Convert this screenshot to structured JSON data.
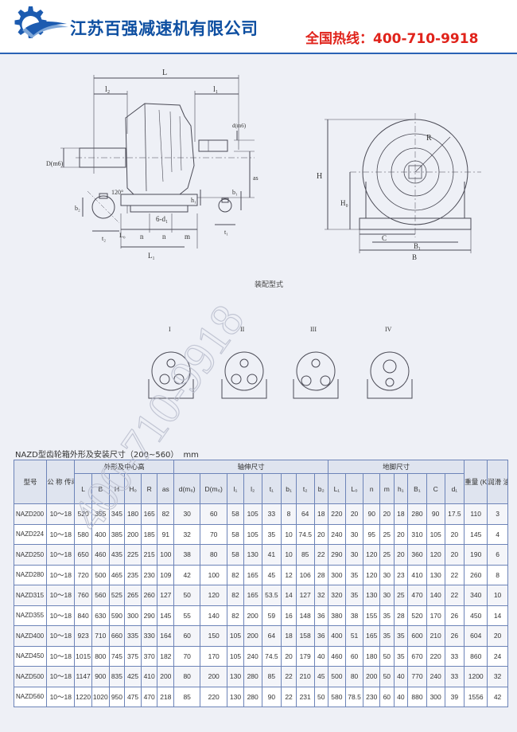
{
  "header": {
    "company_name": "江苏百强减速机有限公司",
    "hotline": "全国热线：400-710-9918",
    "colors": {
      "company": "#0e4fa1",
      "hotline": "#e0231b",
      "logo": "#1c5bb0"
    }
  },
  "diagram": {
    "front_view_labels": {
      "L": "L",
      "l2": "l₂",
      "l1": "l₁",
      "d": "d(m6)",
      "D": "D(m6)",
      "as": "as",
      "angle": "120°",
      "b2": "b₂",
      "b1": "b₁",
      "h1": "h₁",
      "t1": "t₁",
      "t2": "t₂",
      "L0": "L₀",
      "n": "n",
      "m": "m",
      "bolt": "6-d₁",
      "L1": "L₁"
    },
    "side_view_labels": {
      "H": "H",
      "H0": "H₀",
      "R": "R",
      "C": "C",
      "B1": "B₁",
      "B": "B"
    },
    "caption": "装配型式",
    "assembly_types": [
      "I",
      "II",
      "III",
      "IV"
    ]
  },
  "table": {
    "title": "NAZD型齿轮箱外形及安装尺寸（200~560）",
    "unit": "mm",
    "group_headers": {
      "model": "型号",
      "ratio": "公 称 传动比",
      "outline": "外形及中心高",
      "shaft": "轴伸尺寸",
      "foot": "地脚尺寸",
      "weight": "重量 (Kg)",
      "oil": "润滑 油量 /L"
    },
    "sub_headers": [
      "L",
      "B",
      "H",
      "H₀",
      "R",
      "as",
      "d(m₆)",
      "D(m₆)",
      "l₁",
      "l₂",
      "t₁",
      "b₁",
      "t₂",
      "b₂",
      "L₁",
      "L₀",
      "n",
      "m",
      "h₁",
      "B₁",
      "C",
      "d₁"
    ],
    "rows": [
      [
        "NAZD200",
        "10～18",
        "520",
        "355",
        "345",
        "180",
        "165",
        "82",
        "30",
        "60",
        "58",
        "105",
        "33",
        "8",
        "64",
        "18",
        "220",
        "20",
        "90",
        "20",
        "18",
        "280",
        "90",
        "17.5",
        "110",
        "3"
      ],
      [
        "NAZD224",
        "10～18",
        "580",
        "400",
        "385",
        "200",
        "185",
        "91",
        "32",
        "70",
        "58",
        "105",
        "35",
        "10",
        "74.5",
        "20",
        "240",
        "30",
        "95",
        "25",
        "20",
        "310",
        "105",
        "20",
        "145",
        "4"
      ],
      [
        "NAZD250",
        "10～18",
        "650",
        "460",
        "435",
        "225",
        "215",
        "100",
        "38",
        "80",
        "58",
        "130",
        "41",
        "10",
        "85",
        "22",
        "290",
        "30",
        "120",
        "25",
        "20",
        "360",
        "120",
        "20",
        "190",
        "6"
      ],
      [
        "NAZD280",
        "10～18",
        "720",
        "500",
        "465",
        "235",
        "230",
        "109",
        "42",
        "100",
        "82",
        "165",
        "45",
        "12",
        "106",
        "28",
        "300",
        "35",
        "120",
        "30",
        "23",
        "410",
        "130",
        "22",
        "260",
        "8"
      ],
      [
        "NAZD315",
        "10～18",
        "760",
        "560",
        "525",
        "265",
        "260",
        "127",
        "50",
        "120",
        "82",
        "165",
        "53.5",
        "14",
        "127",
        "32",
        "320",
        "35",
        "130",
        "30",
        "25",
        "470",
        "140",
        "22",
        "340",
        "10"
      ],
      [
        "NAZD355",
        "10～18",
        "840",
        "630",
        "590",
        "300",
        "290",
        "145",
        "55",
        "140",
        "82",
        "200",
        "59",
        "16",
        "148",
        "36",
        "380",
        "38",
        "155",
        "35",
        "28",
        "520",
        "170",
        "26",
        "450",
        "14"
      ],
      [
        "NAZD400",
        "10～18",
        "923",
        "710",
        "660",
        "335",
        "330",
        "164",
        "60",
        "150",
        "105",
        "200",
        "64",
        "18",
        "158",
        "36",
        "400",
        "51",
        "165",
        "35",
        "35",
        "600",
        "210",
        "26",
        "604",
        "20"
      ],
      [
        "NAZD450",
        "10～18",
        "1015",
        "800",
        "745",
        "375",
        "370",
        "182",
        "70",
        "170",
        "105",
        "240",
        "74.5",
        "20",
        "179",
        "40",
        "460",
        "60",
        "180",
        "50",
        "35",
        "670",
        "220",
        "33",
        "860",
        "24"
      ],
      [
        "NAZD500",
        "10～18",
        "1147",
        "900",
        "835",
        "425",
        "410",
        "200",
        "80",
        "200",
        "130",
        "280",
        "85",
        "22",
        "210",
        "45",
        "500",
        "80",
        "200",
        "50",
        "40",
        "770",
        "240",
        "33",
        "1200",
        "32"
      ],
      [
        "NAZD560",
        "10～18",
        "1220",
        "1020",
        "950",
        "475",
        "470",
        "218",
        "85",
        "220",
        "130",
        "280",
        "90",
        "22",
        "231",
        "50",
        "580",
        "78.5",
        "230",
        "60",
        "40",
        "880",
        "300",
        "39",
        "1556",
        "42"
      ]
    ]
  },
  "watermark": {
    "text": "400-710-9918"
  }
}
